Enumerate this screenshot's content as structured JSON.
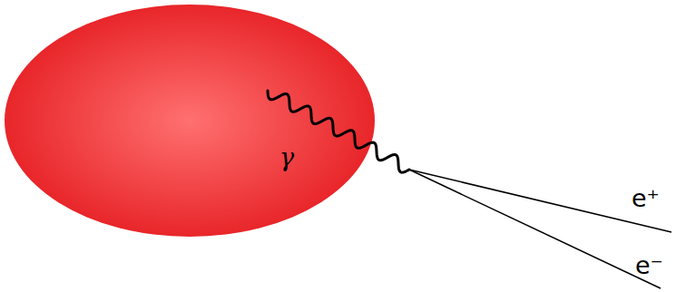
{
  "diagram": {
    "nodes": [
      {
        "text": [
          "γ"
        ]
      }
    ],
    "labels": [
      "e⁺",
      "e⁻"
    ]
  }
}
